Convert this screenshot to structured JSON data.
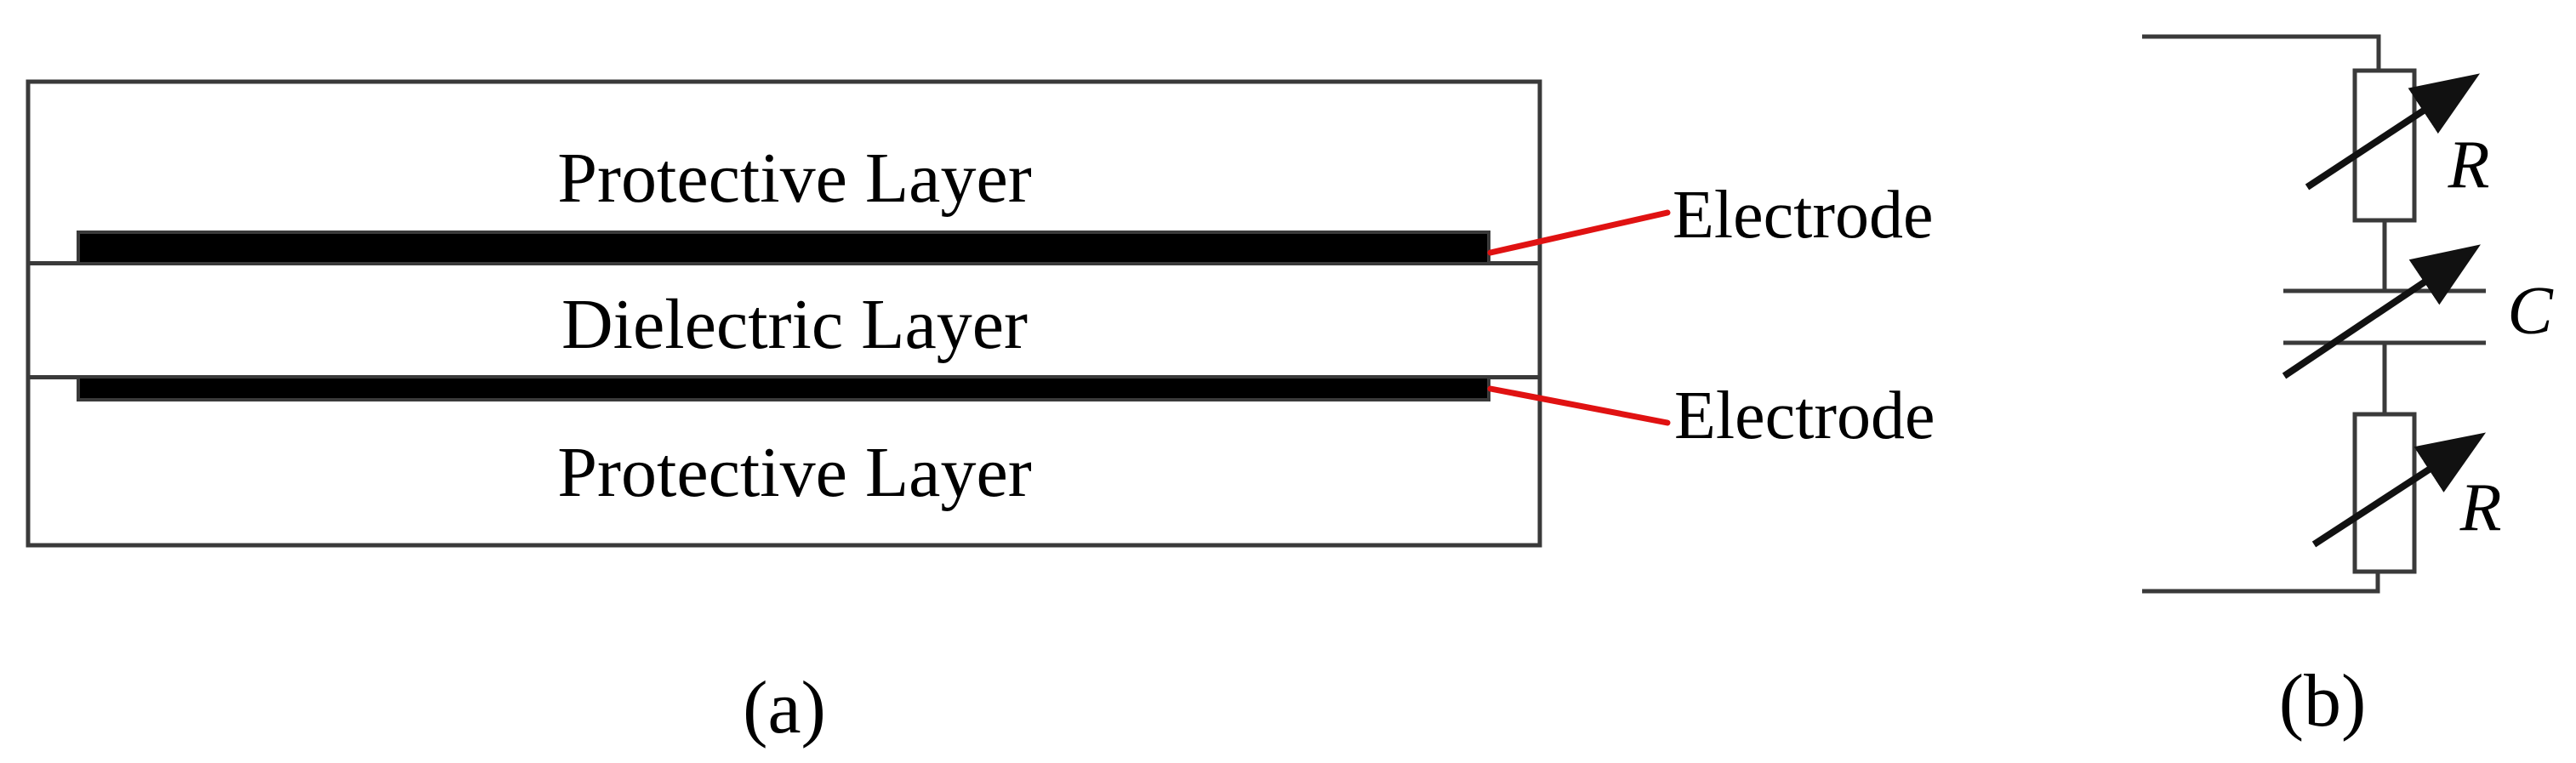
{
  "figure": {
    "panel_a": {
      "caption": "(a)",
      "layers": {
        "protective_top": "Protective Layer",
        "dielectric": "Dielectric Layer",
        "protective_bottom": "Protective Layer"
      },
      "electrode_labels": {
        "top": "Electrode",
        "bottom": "Electrode"
      }
    },
    "panel_b": {
      "caption": "(b)",
      "components": {
        "resistor_top": "R",
        "capacitor": "C",
        "resistor_bottom": "R"
      }
    },
    "colors": {
      "line": "#3a3a3a",
      "electrode_fill": "#000000",
      "leader_line": "#e01212",
      "text": "#000000",
      "background": "#ffffff"
    }
  }
}
